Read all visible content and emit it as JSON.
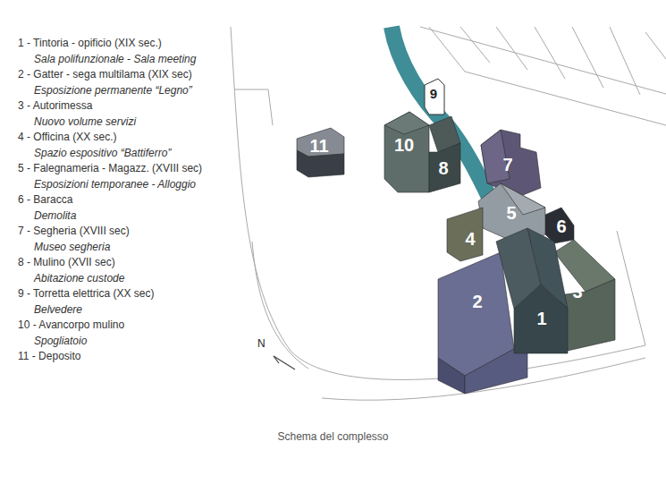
{
  "diagram": {
    "caption": "Schema del complesso",
    "nodes": [
      {
        "text": [
          "1"
        ]
      },
      {
        "text": [
          "2"
        ]
      },
      {
        "text": [
          "3"
        ]
      },
      {
        "text": [
          "4"
        ]
      },
      {
        "text": [
          "5"
        ]
      },
      {
        "text": [
          "6"
        ]
      },
      {
        "text": [
          "7"
        ]
      },
      {
        "text": [
          "8"
        ]
      },
      {
        "text": [
          "9"
        ]
      },
      {
        "text": [
          "10"
        ]
      },
      {
        "text": [
          "11"
        ]
      }
    ],
    "labels": [
      "1 - Tintoria - opificio (XIX sec.)",
      "Sala polifunzionale - Sala meeting",
      "2 - Gatter - sega multilama (XIX sec)",
      "Esposizione permanente “Legno”",
      "3 - Autorimessa",
      "Nuovo volume servizi",
      "4 - Officina (XX sec.)",
      "Spazio espositivo “Battiferro”",
      "5 - Falegnameria - Magazz. (XVIII sec)",
      "Esposizioni temporanee - Alloggio",
      "6 - Baracca",
      "Demolita",
      "7 - Segheria (XVIII sec)",
      "Museo segheria",
      "8 - Mulino (XVII sec)",
      "Abitazione custode",
      "9 - Torretta elettrica (XX sec)",
      "Belvedere",
      "10 - Avancorpo mulino",
      "Spogliatoio",
      "11 - Deposito",
      "N"
    ]
  }
}
